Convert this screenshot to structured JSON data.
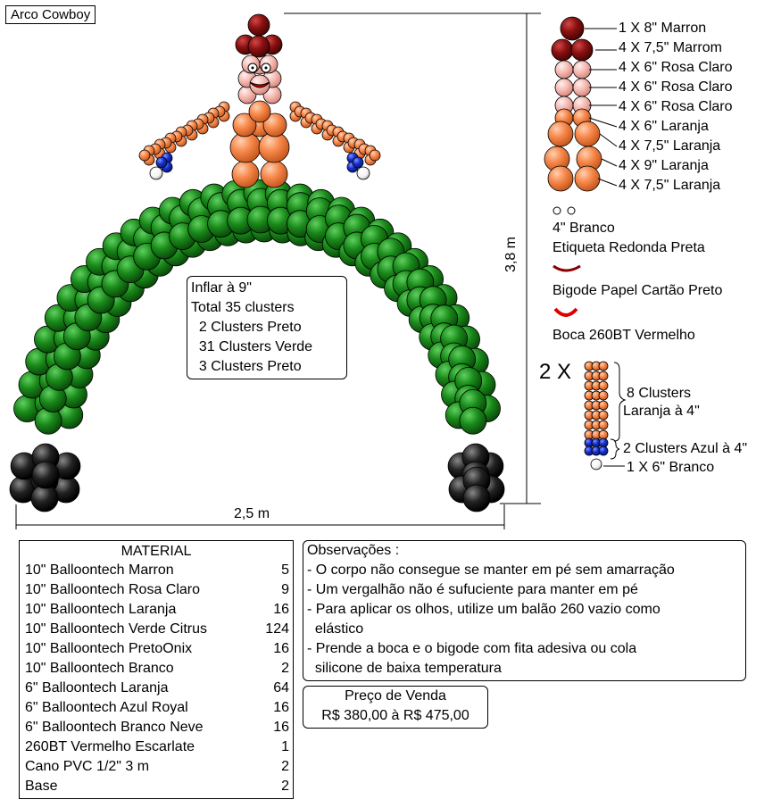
{
  "title": "Arco Cowboy",
  "height_label": "3,8 m",
  "width_label": "2,5 m",
  "inflate_box": [
    "Inflar à 9\"",
    "Total 35 clusters",
    "  2 Clusters Preto",
    "  31 Clusters Verde",
    "  3 Clusters Preto"
  ],
  "legend": [
    "1 X 8\" Marron",
    "4 X 7,5\" Marrom",
    "4 X 6\" Rosa Claro",
    "4 X 6\" Rosa Claro",
    "4 X 6\" Rosa Claro",
    "4 X 6\" Laranja",
    "4 X 7,5\" Laranja",
    "4 X 9\" Laranja",
    "4 X 7,5\" Laranja"
  ],
  "eyes_label": "4\" Branco",
  "eyes_sub": "Etiqueta Redonda Preta",
  "mustache_label": "Bigode Papel Cartão Preto",
  "mouth_label": "Boca 260BT Vermelho",
  "arm_multiplier": "2 X",
  "arm_clusters_line1": "8 Clusters",
  "arm_clusters_line2": "Laranja à 4\"",
  "arm_blue": "2 Clusters Azul à 4\"",
  "arm_white": "1 X 6\" Branco",
  "material": {
    "header": "MATERIAL",
    "rows": [
      {
        "item": "10\" Balloontech Marron",
        "qty": "5"
      },
      {
        "item": "10\" Balloontech Rosa Claro",
        "qty": "9"
      },
      {
        "item": "10\" Balloontech Laranja",
        "qty": "16"
      },
      {
        "item": "10\" Balloontech Verde Citrus",
        "qty": "124"
      },
      {
        "item": "10\" Balloontech PretoOnix",
        "qty": "16"
      },
      {
        "item": "10\" Balloontech Branco",
        "qty": "2"
      },
      {
        "item": "6\" Balloontech Laranja",
        "qty": "64"
      },
      {
        "item": "6\" Balloontech Azul Royal",
        "qty": "16"
      },
      {
        "item": "6\" Balloontech Branco Neve",
        "qty": "16"
      },
      {
        "item": "260BT Vermelho Escarlate",
        "qty": "1"
      },
      {
        "item": "Cano PVC 1/2\" 3 m",
        "qty": "2"
      },
      {
        "item": "Base",
        "qty": "2"
      }
    ]
  },
  "observations": [
    "Observações :",
    "- O corpo não consegue se manter em pé sem amarração",
    "- Um vergalhão não é sufuciente para manter em pé",
    "- Para aplicar os olhos, utilize um balão 260 vazio como",
    "  elástico",
    "- Prende a boca e o bigode com fita adesiva ou cola",
    "  silicone de baixa temperatura"
  ],
  "price": {
    "label": "Preço de Venda",
    "value": "R$ 380,00 à R$ 475,00"
  },
  "colors": {
    "green": "#1a7a1a",
    "black": "#1a1a1a",
    "maroon": "#8b1010",
    "pink": "#f4b8b0",
    "orange": "#f7874a",
    "blue": "#1530d0",
    "white": "#ffffff"
  }
}
